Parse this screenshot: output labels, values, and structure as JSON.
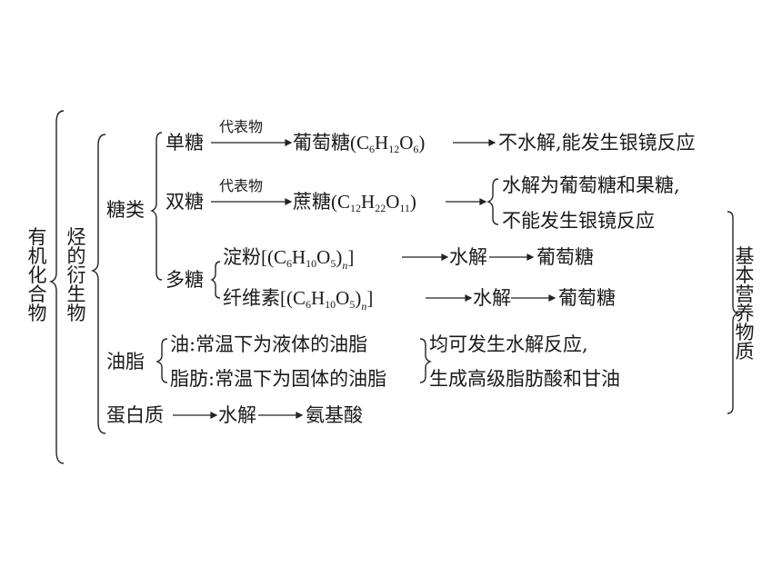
{
  "left_title": [
    "有",
    "机",
    "化",
    "合",
    "物"
  ],
  "mid_title": [
    "烃",
    "的",
    "衍",
    "生",
    "物"
  ],
  "right_title": [
    "基",
    "本",
    "营",
    "养",
    "物",
    "质"
  ],
  "sugars": {
    "label": "糖类",
    "mono": {
      "name": "单糖",
      "arrow_label": "代表物",
      "rep_name": "葡萄糖",
      "formula": {
        "C": "C",
        "C_n": "6",
        "H": "H",
        "H_n": "12",
        "O": "O",
        "O_n": "6"
      },
      "result": "不水解,能发生银镜反应"
    },
    "di": {
      "name": "双糖",
      "arrow_label": "代表物",
      "rep_name": "蔗糖",
      "formula": {
        "C": "C",
        "C_n": "12",
        "H": "H",
        "H_n": "22",
        "O": "O",
        "O_n": "11"
      },
      "results": [
        "水解为葡萄糖和果糖,",
        "不能发生银镜反应"
      ]
    },
    "poly": {
      "name": "多糖",
      "starch": {
        "name": "淀粉",
        "C_n": "6",
        "H_n": "10",
        "O_n": "5",
        "n": "n",
        "step1": "水解",
        "product": "葡萄糖"
      },
      "cellulose": {
        "name": "纤维素",
        "C_n": "6",
        "H_n": "10",
        "O_n": "5",
        "n": "n",
        "step1": "水解",
        "product": "葡萄糖"
      }
    }
  },
  "fats": {
    "label": "油脂",
    "oil": "油:常温下为液体的油脂",
    "fat": "脂肪:常温下为固体的油脂",
    "results": [
      "均可发生水解反应,",
      "生成高级脂肪酸和甘油"
    ]
  },
  "protein": {
    "name": "蛋白质",
    "step1": "水解",
    "product": "氨基酸"
  }
}
